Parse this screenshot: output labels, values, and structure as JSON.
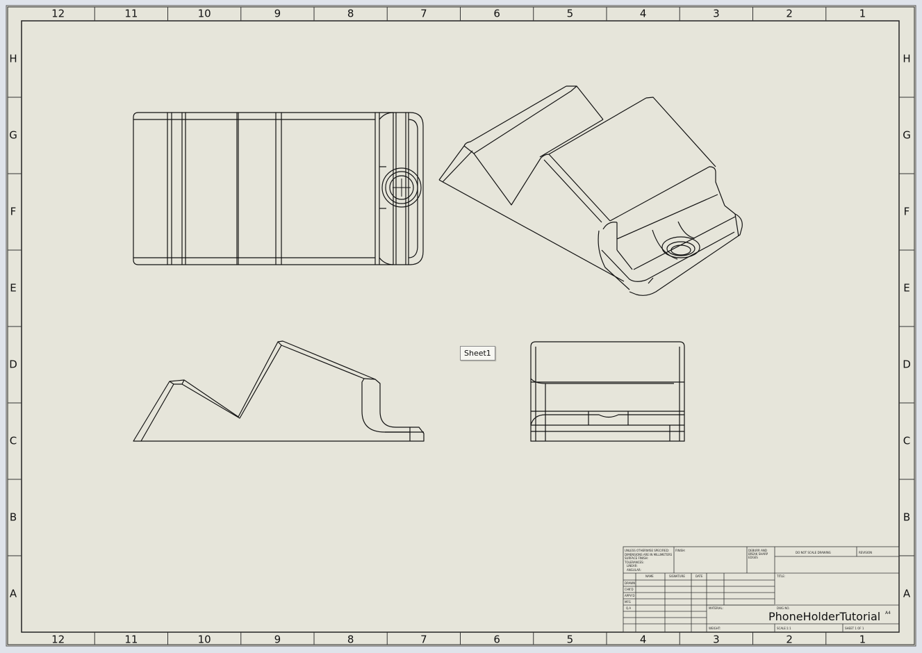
{
  "sheet": {
    "tab_label": "Sheet1",
    "background": "#e6e5da",
    "line_color": "#111111",
    "col_labels": [
      "12",
      "11",
      "10",
      "9",
      "8",
      "7",
      "6",
      "5",
      "4",
      "3",
      "2",
      "1"
    ],
    "row_labels": [
      "H",
      "G",
      "F",
      "E",
      "D",
      "C",
      "B",
      "A"
    ]
  },
  "title_block": {
    "notes": [
      "UNLESS OTHERWISE SPECIFIED:",
      "DIMENSIONS ARE IN MILLIMETERS",
      "SURFACE FINISH:",
      "TOLERANCES:",
      "LINEAR:",
      "ANGULAR:"
    ],
    "finish_label": "FINISH:",
    "deburr": [
      "DEBURR AND",
      "BREAK SHARP",
      "EDGES"
    ],
    "no_scale": "DO NOT SCALE DRAWING",
    "revision_label": "REVISION",
    "title_label": "TITLE:",
    "col_headers": [
      "NAME",
      "SIGNATURE",
      "DATE"
    ],
    "roles": [
      "DRAWN",
      "CHK'D",
      "APPV'D",
      "MFG",
      "Q.A"
    ],
    "material_label": "MATERIAL:",
    "weight_label": "WEIGHT:",
    "dwg_no_label": "DWG NO.",
    "scale_label": "SCALE:1:1",
    "sheet_no": "SHEET 1 OF 1",
    "drawing_name": "PhoneHolderTutorial",
    "size": "A4"
  }
}
